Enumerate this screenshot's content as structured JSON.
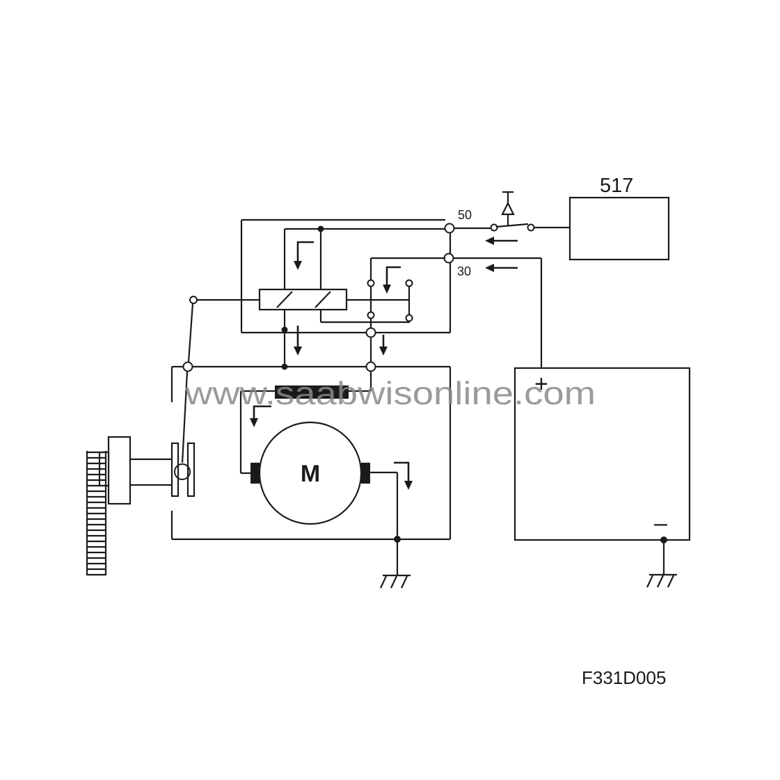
{
  "labels": {
    "module": "517",
    "terminal_50": "50",
    "terminal_30": "30",
    "motor": "M",
    "battery_plus": "+",
    "battery_minus": "–",
    "figure_id": "F331D005"
  },
  "watermark": "www.saabwisonline.com"
}
